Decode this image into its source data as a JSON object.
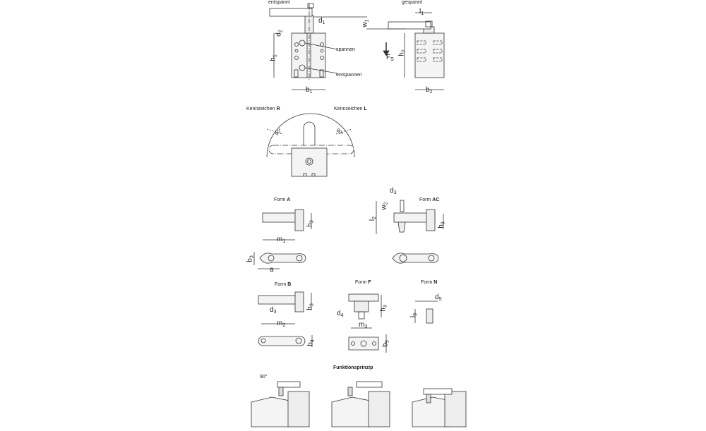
{
  "top": {
    "entspannt": "entspannt",
    "gespannt": "gespannt",
    "spannen": "spannen",
    "entspannen": "entspannen",
    "d1": {
      "t": "d",
      "s": "1"
    },
    "d2": {
      "t": "d",
      "s": "2"
    },
    "h1": {
      "t": "h",
      "s": "1"
    },
    "b1": {
      "t": "b",
      "s": "1"
    },
    "w1": {
      "t": "w",
      "s": "1"
    },
    "fs": {
      "t": "F",
      "s": "S"
    },
    "l1": {
      "t": "l",
      "s": "1"
    },
    "h2": {
      "t": "h",
      "s": "2"
    },
    "b2": {
      "t": "b",
      "s": "2"
    }
  },
  "marking": {
    "r_prefix": "Kennzeichen",
    "r_letter": "R",
    "l_prefix": "Kennzeichen",
    "l_letter": "L",
    "angle_left": "90°",
    "angle_right": "90°"
  },
  "forms": {
    "a": {
      "prefix": "Form",
      "letter": "A",
      "h3": {
        "t": "h",
        "s": "3"
      },
      "m1": {
        "t": "m",
        "s": "1"
      },
      "b3": {
        "t": "b",
        "s": "3"
      },
      "a": "a"
    },
    "ac": {
      "prefix": "Form",
      "letter": "AC",
      "d3": {
        "t": "d",
        "s": "3"
      },
      "w2": {
        "t": "w",
        "s": "2"
      },
      "l2": {
        "t": "l",
        "s": "2"
      },
      "h3": {
        "t": "h",
        "s": "3"
      }
    },
    "b": {
      "prefix": "Form",
      "letter": "B",
      "h3": {
        "t": "h",
        "s": "3"
      },
      "d3": {
        "t": "d",
        "s": "3"
      },
      "m2": {
        "t": "m",
        "s": "2"
      },
      "b4": {
        "t": "b",
        "s": "4"
      }
    },
    "f": {
      "prefix": "Form",
      "letter": "F",
      "h3": {
        "t": "h",
        "s": "3"
      },
      "d4": {
        "t": "d",
        "s": "4"
      },
      "m3": {
        "t": "m",
        "s": "3"
      },
      "b5": {
        "t": "b",
        "s": "5"
      }
    },
    "n": {
      "prefix": "Form",
      "letter": "N",
      "d5": {
        "t": "d",
        "s": "5"
      },
      "l3": {
        "t": "l",
        "s": "3"
      }
    }
  },
  "principle": {
    "title": "Funktionsprinzip",
    "angle": "90°"
  }
}
